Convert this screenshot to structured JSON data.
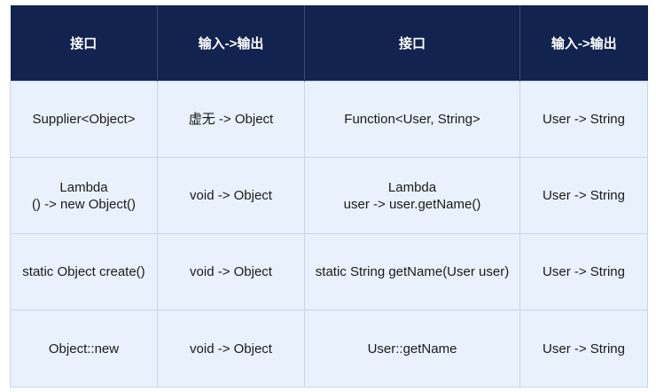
{
  "table": {
    "headers": [
      "接口",
      "输入->输出",
      "接口",
      "输入->输出"
    ],
    "rows": [
      [
        [
          "Supplier<Object>"
        ],
        [
          "虚无 -> Object"
        ],
        [
          "Function<User, String>"
        ],
        [
          "User -> String"
        ]
      ],
      [
        [
          "Lambda",
          "() -> new Object()"
        ],
        [
          "void -> Object"
        ],
        [
          "Lambda",
          "user -> user.getName()"
        ],
        [
          "User -> String"
        ]
      ],
      [
        [
          "static Object create()"
        ],
        [
          "void -> Object"
        ],
        [
          "static String getName(User user)"
        ],
        [
          "User -> String"
        ]
      ],
      [
        [
          "Object::new"
        ],
        [
          "void -> Object"
        ],
        [
          "User::getName"
        ],
        [
          "User -> String"
        ]
      ]
    ]
  },
  "colors": {
    "header_bg": "#13234f",
    "header_text": "#ffffff",
    "cell_bg": "#e8f1fc",
    "cell_border": "#c9d6e8"
  }
}
